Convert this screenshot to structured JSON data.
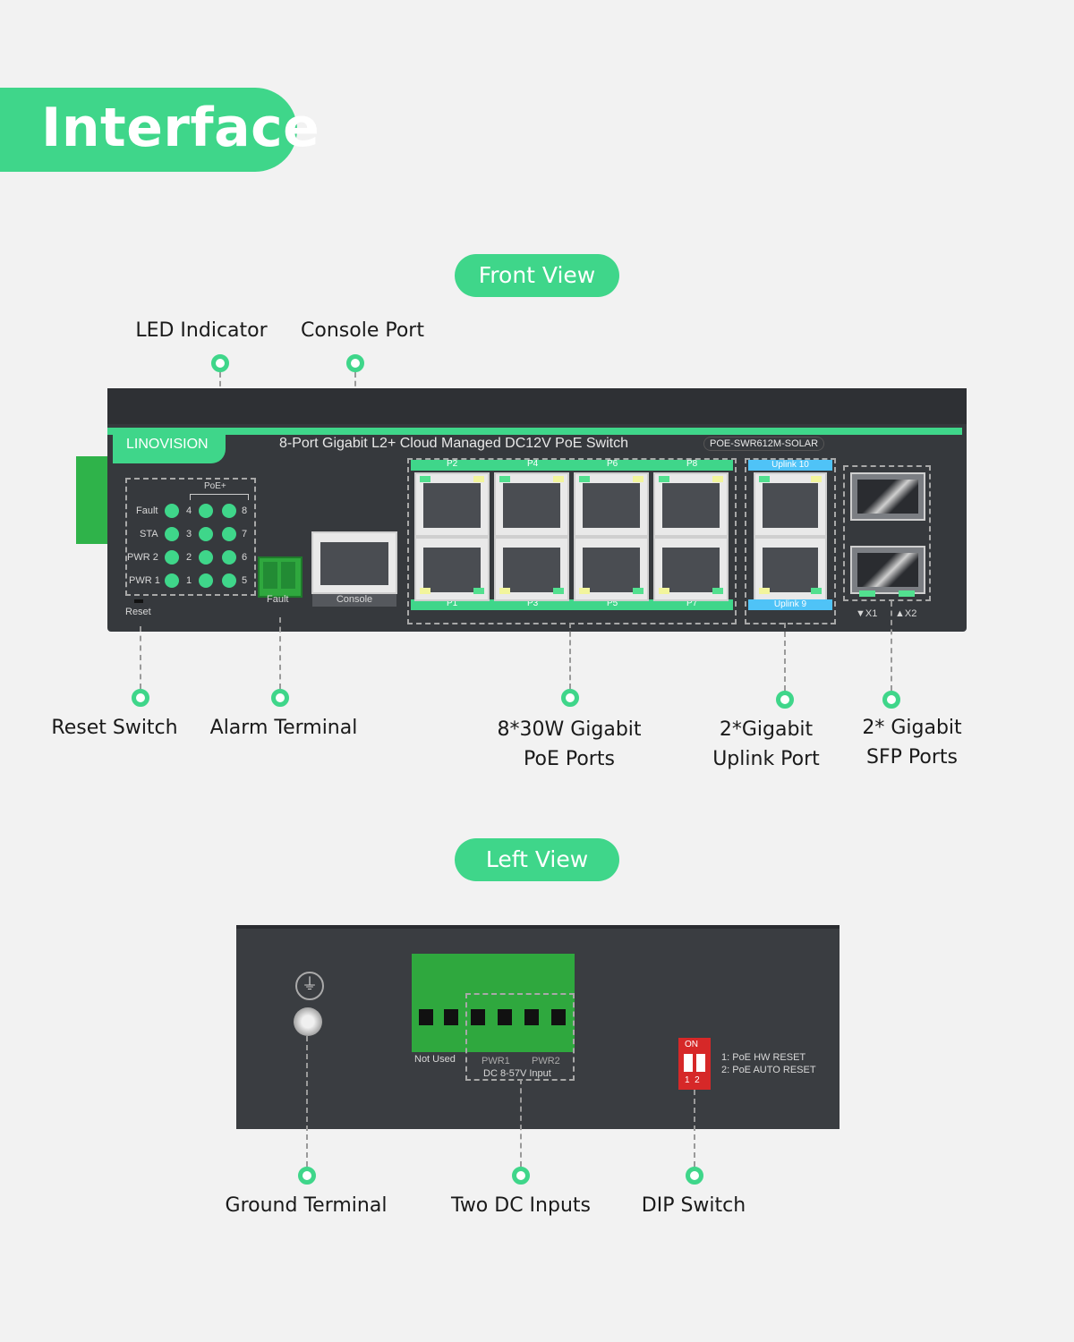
{
  "title": "Interface",
  "front_view": {
    "label": "Front View",
    "callouts": {
      "led_indicator": "LED Indicator",
      "console_port": "Console Port",
      "reset_switch": "Reset Switch",
      "alarm_terminal": "Alarm Terminal",
      "poe_ports_line1": "8*30W Gigabit",
      "poe_ports_line2": "PoE Ports",
      "uplink_line1": "2*Gigabit",
      "uplink_line2": "Uplink Port",
      "sfp_line1": "2* Gigabit",
      "sfp_line2": "SFP Ports"
    },
    "device": {
      "brand": "LINOVISION",
      "description": "8-Port Gigabit L2+ Cloud Managed DC12V PoE Switch",
      "model": "POE-SWR612M-SOLAR",
      "poe_label": "PoE+",
      "led_rows": [
        {
          "label": "Fault",
          "left": "4",
          "right": "8"
        },
        {
          "label": "STA",
          "left": "3",
          "right": "7"
        },
        {
          "label": "PWR 2",
          "left": "2",
          "right": "6"
        },
        {
          "label": "PWR 1",
          "left": "1",
          "right": "5"
        }
      ],
      "reset_label": "Reset",
      "fault_label": "Fault",
      "console_label": "Console",
      "top_ports": [
        "P2",
        "P4",
        "P6",
        "P8"
      ],
      "bottom_ports": [
        "P1",
        "P3",
        "P5",
        "P7"
      ],
      "uplink_top": "Uplink 10",
      "uplink_bottom": "Uplink 9",
      "sfp_x1": "▼X1",
      "sfp_x2": "▲X2"
    }
  },
  "left_view": {
    "label": "Left View",
    "callouts": {
      "ground_terminal": "Ground Terminal",
      "dc_inputs": "Two DC Inputs",
      "dip_switch": "DIP Switch"
    },
    "device": {
      "not_used": "Not Used",
      "pwr1": "PWR1",
      "pwr2": "PWR2",
      "dc_input": "DC 8-57V Input",
      "dip_on": "ON",
      "dip_nums": "1  2",
      "dip_note1": "1: PoE HW RESET",
      "dip_note2": "2: PoE AUTO RESET"
    }
  },
  "colors": {
    "accent": "#3fd68a",
    "device": "#36393d",
    "uplink": "#4fc3f7",
    "dip": "#d62828"
  }
}
